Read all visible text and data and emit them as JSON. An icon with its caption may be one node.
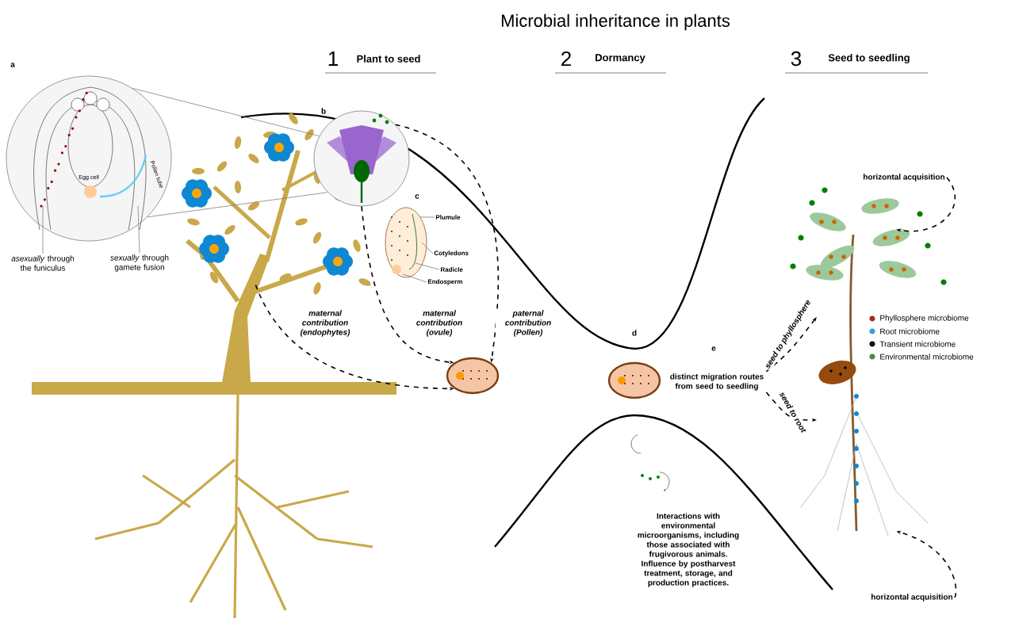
{
  "diagram": {
    "title": "Microbial inheritance in plants",
    "nodes": [
      {
        "text": [
          "a",
          "Egg cell",
          "Pollen tube"
        ]
      },
      {
        "text": [
          "*asexually* through the funiculus"
        ]
      },
      {
        "text": [
          "*sexually* through gamete fusion"
        ]
      },
      {
        "text": [],
        "shape": "picture"
      },
      {
        "text": [
          "b"
        ]
      },
      {
        "text": [
          "c"
        ]
      },
      {
        "text": [
          "Plumule"
        ]
      },
      {
        "text": [
          "Cotyledons"
        ]
      },
      {
        "text": [
          "Radicle"
        ]
      },
      {
        "text": [
          "Endosperm"
        ]
      },
      {
        "text": [],
        "shape": "picture"
      },
      {
        "text": [],
        "shape": "picture"
      },
      {
        "text": [
          "e",
          "distinct migration routes from seed to seedling"
        ]
      },
      {
        "text": [],
        "shape": "picture"
      },
      {
        "text": [
          "horizontal acquisition"
        ]
      },
      {
        "text": [
          "horizontal acquisition"
        ]
      }
    ],
    "edges": [
      {
        "from": 1,
        "to": 0,
        "arrow": "none"
      },
      {
        "from": 2,
        "to": 0,
        "arrow": "none"
      },
      {
        "from": 0,
        "to": 4,
        "arrow": "none"
      },
      {
        "from": 0,
        "to": 4,
        "arrow": "none"
      },
      {
        "from": 6,
        "to": 5,
        "arrow": "none"
      },
      {
        "from": 7,
        "to": 5,
        "arrow": "none"
      },
      {
        "from": 8,
        "to": 5,
        "arrow": "none"
      },
      {
        "from": 9,
        "to": 5,
        "arrow": "none"
      },
      {
        "from": 3,
        "to": 10,
        "arrow": "to",
        "style": "dashed",
        "color": "#000000",
        "label": "maternal contribution (endophytes)"
      },
      {
        "from": 4,
        "to": 10,
        "arrow": "to",
        "style": "dashed",
        "color": "#000000",
        "label": "maternal contribution (ovule)"
      },
      {
        "from": 4,
        "to": 10,
        "arrow": "to",
        "style": "dashed",
        "color": "#000000",
        "label": "paternal contribution (Pollen)"
      },
      {
        "from": 12,
        "to": 13,
        "arrow": "to",
        "style": "dashed",
        "color": "#000000",
        "label": "seed to phyllosphere"
      },
      {
        "from": 12,
        "to": 13,
        "arrow": "to",
        "style": "dashed",
        "color": "#000000",
        "label": "seed to root"
      },
      {
        "from": 14,
        "to": 13,
        "arrow": "to",
        "style": "dashed",
        "color": "#000000"
      },
      {
        "from": 15,
        "to": 13,
        "arrow": "to",
        "style": "dashed",
        "color": "#000000"
      }
    ],
    "labels": [
      "1",
      "Plant to seed",
      "2",
      "Dormancy",
      "3",
      "Seed to seedling",
      "d",
      "Interactions with environmental microorganisms, including those associated with frugivorous animals. Influence by postharvest treatment, storage, and production practices."
    ],
    "legend": [
      {
        "text": "Phyllosphere microbiome",
        "color": "#a52a2a"
      },
      {
        "text": "Root microbiome",
        "color": "#3a9fd8"
      },
      {
        "text": "Transient microbiome",
        "color": "#111111"
      },
      {
        "text": "Environmental microbiome",
        "color": "#4a8a3a"
      }
    ]
  }
}
